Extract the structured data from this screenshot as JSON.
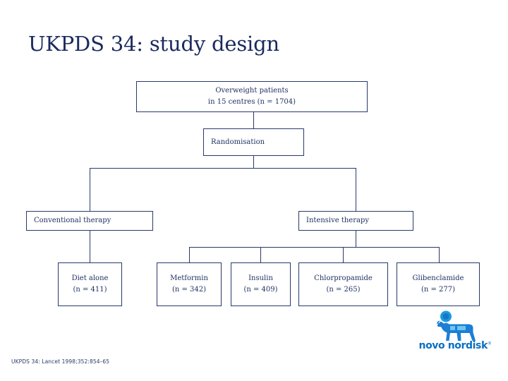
{
  "slide": {
    "title": "UKPDS 34: study design",
    "accent_color": "#1f3160",
    "border_color": "#283a6b",
    "background_color": "#ffffff"
  },
  "flowchart": {
    "nodes": {
      "overweight": {
        "line1": "Overweight patients",
        "line2": "in 15 centres (n = 1704)"
      },
      "randomisation": {
        "line1": "Randomisation"
      },
      "conventional": {
        "line1": "Conventional therapy"
      },
      "intensive": {
        "line1": "Intensive therapy"
      },
      "diet": {
        "line1": "Diet alone",
        "line2": "(n = 411)"
      },
      "metformin": {
        "line1": "Metformin",
        "line2": "(n = 342)"
      },
      "insulin": {
        "line1": "Insulin",
        "line2": "(n = 409)"
      },
      "chlorpropamide": {
        "line1": "Chlorpropamide",
        "line2": "(n = 265)"
      },
      "glibenclamide": {
        "line1": "Glibenclamide",
        "line2": "(n = 277)"
      }
    }
  },
  "logo": {
    "name": "novo-nordisk-logo",
    "icon": "apis-bull-icon",
    "wordmark": "novo nordisk",
    "registered_mark": "®",
    "brand_color": "#0a6fc2",
    "bull_color": "#1b7fd4",
    "disc_color": "#1b9ae0"
  },
  "footer": {
    "reference": "UKPDS 34: Lancet 1998;352:854–65"
  }
}
